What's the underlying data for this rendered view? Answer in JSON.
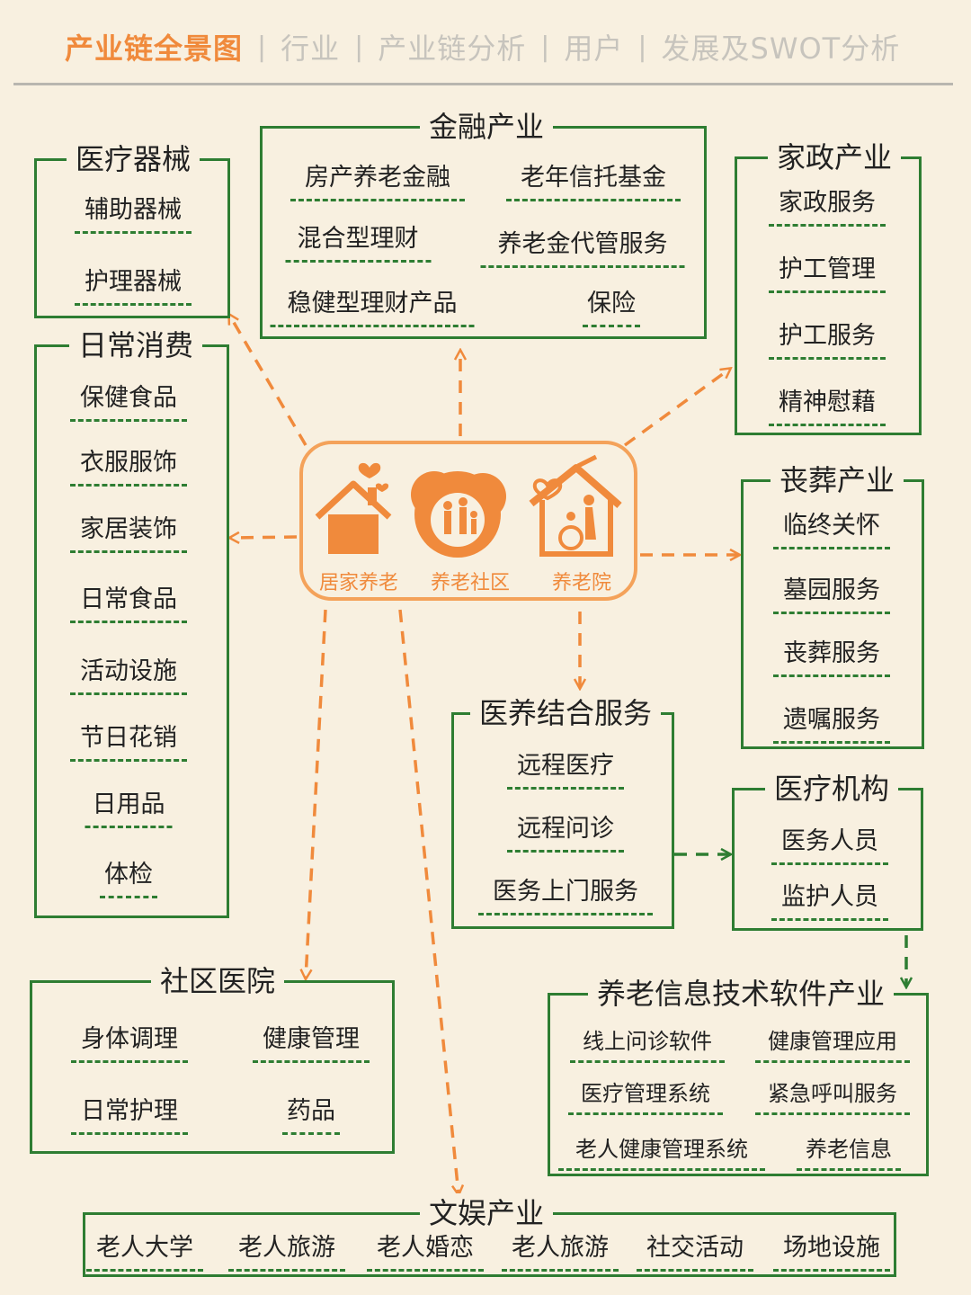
{
  "nav": {
    "items": [
      "产业链全景图",
      "行业",
      "产业链分析",
      "用户",
      "发展及SWOT分析"
    ],
    "active_index": 0
  },
  "colors": {
    "accent": "#f08a3c",
    "box_border": "#2e7d32",
    "background": "#f8f0e0"
  },
  "center": {
    "labels": [
      "居家养老",
      "养老社区",
      "养老院"
    ],
    "icons": [
      "home-heart-icon",
      "community-tree-icon",
      "nursing-home-icon"
    ]
  },
  "boxes": {
    "medical_devices": {
      "title": "医疗器械",
      "items": [
        "辅助器械",
        "护理器械"
      ]
    },
    "finance": {
      "title": "金融产业",
      "items": [
        "房产养老金融",
        "老年信托基金",
        "混合型理财",
        "养老金代管服务",
        "稳健型理财产品",
        "保险"
      ]
    },
    "housekeeping": {
      "title": "家政产业",
      "items": [
        "家政服务",
        "护工管理",
        "护工服务",
        "精神慰藉"
      ]
    },
    "daily_consumption": {
      "title": "日常消费",
      "items": [
        "保健食品",
        "衣服服饰",
        "家居装饰",
        "日常食品",
        "活动设施",
        "节日花销",
        "日用品",
        "体检"
      ]
    },
    "funeral": {
      "title": "丧葬产业",
      "items": [
        "临终关怀",
        "墓园服务",
        "丧葬服务",
        "遗嘱服务"
      ]
    },
    "medical_care": {
      "title": "医养结合服务",
      "items": [
        "远程医疗",
        "远程问诊",
        "医务上门服务"
      ]
    },
    "medical_institution": {
      "title": "医疗机构",
      "items": [
        "医务人员",
        "监护人员"
      ]
    },
    "community_hospital": {
      "title": "社区医院",
      "items": [
        "身体调理",
        "健康管理",
        "日常护理",
        "药品"
      ]
    },
    "it_software": {
      "title": "养老信息技术软件产业",
      "items": [
        "线上问诊软件",
        "健康管理应用",
        "医疗管理系统",
        "紧急呼叫服务",
        "老人健康管理系统",
        "养老信息"
      ]
    },
    "entertainment": {
      "title": "文娱产业",
      "items": [
        "老人大学",
        "老人旅游",
        "老人婚恋",
        "老人旅游",
        "社交活动",
        "场地设施"
      ]
    }
  }
}
